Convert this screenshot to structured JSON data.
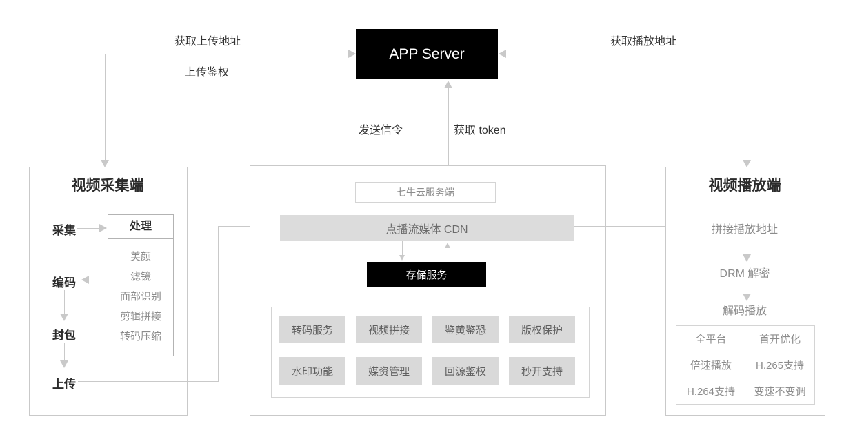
{
  "app_server": {
    "label": "APP Server"
  },
  "edges": {
    "get_upload_url": "获取上传地址",
    "upload_auth": "上传鉴权",
    "get_play_url": "获取播放地址",
    "send_signal": "发送信令",
    "get_token": "获取 token"
  },
  "capture_panel": {
    "title": "视频采集端",
    "steps": [
      "采集",
      "编码",
      "封包",
      "上传"
    ],
    "process_box": {
      "title": "处理",
      "items": [
        "美颜",
        "滤镜",
        "面部识别",
        "剪辑拼接",
        "转码压缩"
      ]
    }
  },
  "cloud_panel": {
    "qiniu_server": "七牛云服务端",
    "cdn": "点播流媒体 CDN",
    "storage": "存储服务",
    "features": [
      "转码服务",
      "视频拼接",
      "鉴黄鉴恐",
      "版权保护",
      "水印功能",
      "媒资管理",
      "回源鉴权",
      "秒开支持"
    ]
  },
  "player_panel": {
    "title": "视频播放端",
    "steps": [
      "拼接播放地址",
      "DRM 解密",
      "解码播放"
    ],
    "features": [
      "全平台",
      "首开优化",
      "倍速播放",
      "H.265支持",
      "H.264支持",
      "变速不变调"
    ]
  },
  "colors": {
    "node_black": "#000000",
    "bar_gray": "#dcdcdc",
    "tile_gray": "#d9d9d9",
    "line_gray": "#c9c9c9",
    "text_dark": "#2b2b2b",
    "text_gray": "#8c8c8c"
  }
}
